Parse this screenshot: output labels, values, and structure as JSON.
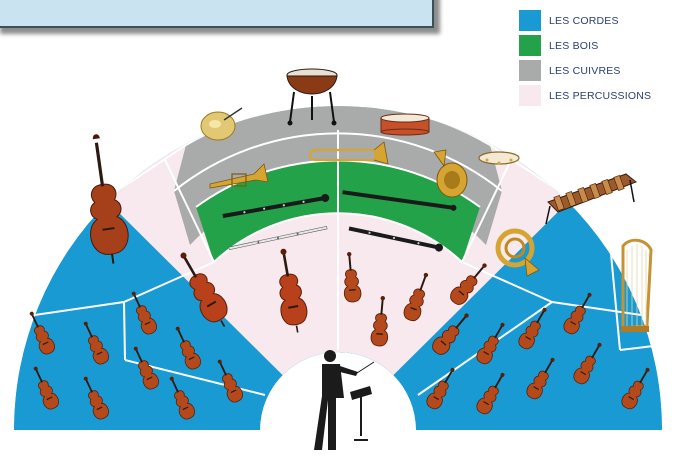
{
  "legend": {
    "items": [
      {
        "label": "LES CORDES",
        "color": "#1a9ad3"
      },
      {
        "label": "LES BOIS",
        "color": "#23a24a"
      },
      {
        "label": "LES CUIVRES",
        "color": "#a9aaaa"
      },
      {
        "label": "LES PERCUSSIONS",
        "color": "#f7e9ee"
      }
    ]
  },
  "colors": {
    "strings": "#1a9ad3",
    "woodwinds": "#23a24a",
    "brass": "#a9aaaa",
    "percussion": "#f7e9ee",
    "divider": "#ffffff",
    "instrument_wood": "#b44a1c",
    "brass_metal": "#d6a531",
    "conductor": "#1b1b1b"
  },
  "icons": {
    "timpani": "timpani-icon",
    "cymbals": "cymbals-icon",
    "snare_drum": "snare-drum-icon",
    "tambourine": "tambourine-icon",
    "xylophone": "xylophone-icon",
    "harp": "harp-icon",
    "double_bass": "double-bass-icon",
    "cello": "cello-icon",
    "viola": "viola-icon",
    "violin": "violin-icon",
    "trumpet": "trumpet-icon",
    "trombone": "trombone-icon",
    "tuba": "tuba-icon",
    "french_horn": "french-horn-icon",
    "clarinet": "clarinet-icon",
    "flute": "flute-icon",
    "oboe": "oboe-icon",
    "conductor": "conductor-icon"
  }
}
